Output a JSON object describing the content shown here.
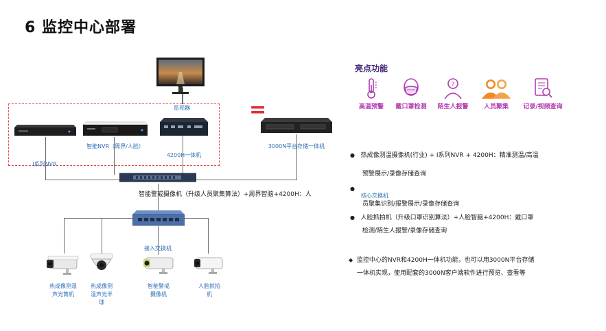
{
  "title": "6 监控中心部署",
  "devices": {
    "monitor": "监视器",
    "nvr_i": "I系列NVR",
    "nvr_smart": "智能NVR（周界/人脸）",
    "all_in_one_4200": "4200H一体机",
    "platform_3000n": "3000N平台存储一体机",
    "core_switch": "核心交换机",
    "access_switch": "接入交换机"
  },
  "cameras": [
    {
      "label": "热成像测温\n声光筒机"
    },
    {
      "label": "热成像测\n温声光半\n球"
    },
    {
      "label": "智能警戒\n摄像机"
    },
    {
      "label": "人脸抓拍\n机"
    }
  ],
  "equals": "=",
  "highlights": {
    "title": "亮点功能",
    "items": [
      {
        "label": "高温预警",
        "icon": "thermometer-icon"
      },
      {
        "label": "戴口罩检测",
        "icon": "mask-face-icon"
      },
      {
        "label": "陌生人报警",
        "icon": "stranger-person-icon"
      },
      {
        "label": "人员聚集",
        "icon": "crowd-people-icon"
      },
      {
        "label": "记录/视频查询",
        "icon": "record-search-icon"
      }
    ]
  },
  "bullets": [
    {
      "marker": "●",
      "line1": "热成像测温摄像机(行业) + I系列NVR + 4200H：精准测温/高温",
      "line2": "预警展示/录像存储查询"
    },
    {
      "marker": "●",
      "line1": "智能警戒摄像机（升级人员聚集算法）+周界智脑+4200H：人",
      "line2": "员聚集识别/报警展示/录像存储查询"
    },
    {
      "marker": "●",
      "line1": "人脸抓拍机（升级口罩识别算法）+人脸智脑+4200H：戴口罩",
      "line2": "检测/陌生人报警/录像存储查询"
    },
    {
      "marker": "◆",
      "line1": "监控中心的NVR和4200H一体机功能，也可以用3000N平台存储",
      "line2": "一体机实现，使用配套的3000N客户端软件进行预览、查看等"
    }
  ],
  "colors": {
    "accent_purple": "#b13bb0",
    "caption_blue": "#2e6fb5",
    "dash_red": "#e0474a",
    "orange_people": "#f08a24"
  }
}
